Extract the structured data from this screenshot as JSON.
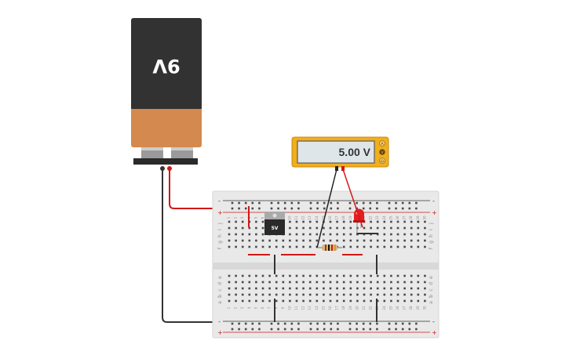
{
  "battery": {
    "label": "9V"
  },
  "multimeter": {
    "reading": "5.00 V",
    "mode_buttons": [
      "A",
      "V",
      "Ω"
    ]
  },
  "regulator": {
    "label": "5V"
  },
  "breadboard": {
    "column_numbers": [
      "1",
      "2",
      "3",
      "4",
      "5",
      "6",
      "7",
      "8",
      "9",
      "10",
      "11",
      "12",
      "13",
      "14",
      "15",
      "16",
      "17",
      "18",
      "19",
      "20",
      "21",
      "22",
      "23",
      "24",
      "25",
      "26",
      "27",
      "28",
      "29",
      "30"
    ],
    "top_rows": [
      "j",
      "i",
      "h",
      "g",
      "f"
    ],
    "bottom_rows": [
      "e",
      "d",
      "c",
      "b",
      "a"
    ],
    "rail_plus": "+",
    "rail_minus": "-"
  }
}
